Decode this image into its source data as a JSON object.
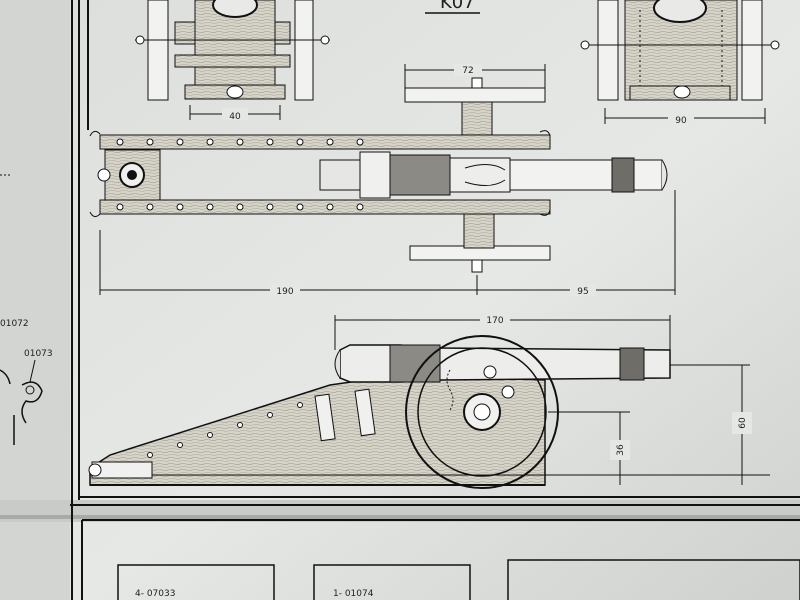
{
  "sheet": {
    "plate_title": "K07",
    "dimensions": {
      "front_width": "40",
      "axle_width": "72",
      "rear_width": "90",
      "length_left": "190",
      "length_right": "95",
      "barrel_length": "170",
      "axle_height": "36",
      "muzzle_height": "60"
    },
    "part_numbers": {
      "left_upper": "01072",
      "left_lower": "01073",
      "box_a": "4-  07033",
      "box_b": "1-  01074"
    }
  },
  "colors": {
    "paper": "#e3e5e3",
    "background": "#b9bab8",
    "ink": "#1b1b1b",
    "wood": "#bfb9a8",
    "shadow": "#8f908e"
  }
}
